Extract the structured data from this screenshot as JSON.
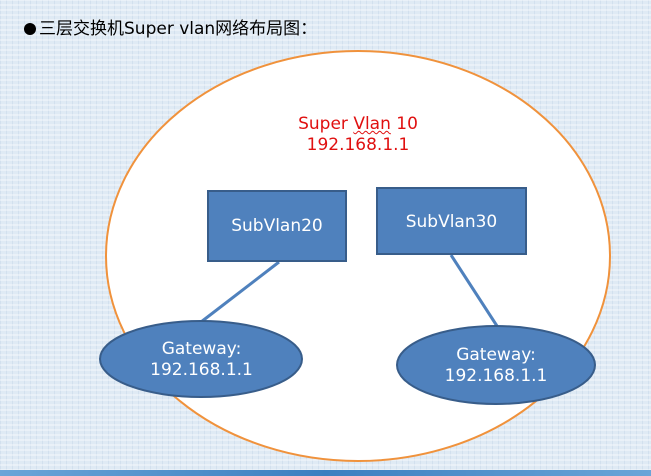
{
  "title": "三层交换机Super vlan网络布局图：",
  "super_vlan": {
    "name_prefix": "Super ",
    "name_wavy": "Vlan",
    "name_suffix": " 10",
    "ip": "192.168.1.1",
    "color": "#e01010"
  },
  "subvlans": [
    {
      "name": "SubVlan20",
      "gateway_label": "Gateway:",
      "gateway_ip": "192.168.1.1"
    },
    {
      "name": "SubVlan30",
      "gateway_label": "Gateway:",
      "gateway_ip": "192.168.1.1"
    }
  ],
  "colors": {
    "ellipse_outline": "#f0923c",
    "box_fill": "#4f81bd",
    "box_border": "#385d8a",
    "connector": "#4f81bd",
    "label_text": "#ffffff"
  }
}
